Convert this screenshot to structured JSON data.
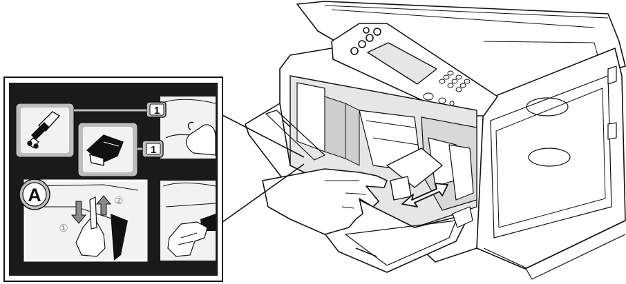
{
  "inset": {
    "badge_top": "1",
    "badge_mid": "1",
    "panel_label": "A",
    "step_down": "①",
    "step_up": "②"
  },
  "colors": {
    "inset_bg": "#1a1a1a",
    "inset_panel": "#f2f2f2",
    "highlight_frame": "#ffffff",
    "badge_fill": "#bfbfbf",
    "ink": "#111111",
    "machine_fill": "#ffffff",
    "interior_fill": "#e6e6e6"
  },
  "icons": [
    "toner-cartridge-icon",
    "drum-unit-icon",
    "hand-icon",
    "printer-icon"
  ]
}
